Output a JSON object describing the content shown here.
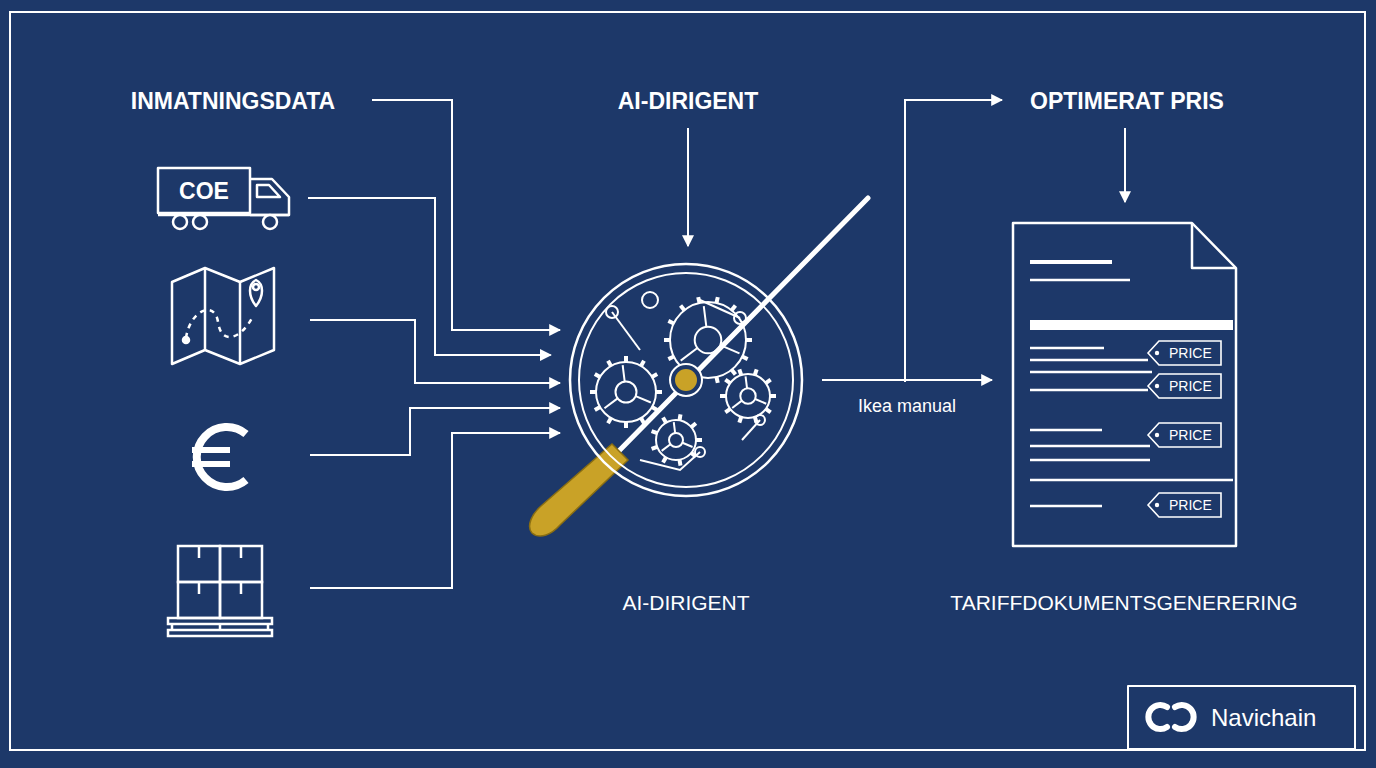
{
  "diagram": {
    "nodes": [
      {
        "text": [
          "COE"
        ]
      },
      {
        "text": [
          "AI-DIRIGENT"
        ]
      },
      {
        "text": [
          "TARIFFDOKUMENTSGENERERING"
        ]
      },
      {
        "text": [
          "PRICE"
        ],
        "in": 2
      },
      {
        "text": [
          "PRICE"
        ],
        "in": 2
      },
      {
        "text": [
          "PRICE"
        ],
        "in": 2
      },
      {
        "text": [
          "PRICE"
        ],
        "in": 2
      },
      {
        "text": [
          "Navichain"
        ]
      }
    ],
    "edges": [
      {
        "from": 0,
        "to": 1,
        "arrow": "to"
      },
      {
        "from": 1,
        "to": 2,
        "label": "Ikea manual",
        "arrow": "to"
      }
    ],
    "labels": [
      "INMATNINGSDATA",
      "AI-DIRIGENT",
      "OPTIMERAT PRIS"
    ]
  }
}
